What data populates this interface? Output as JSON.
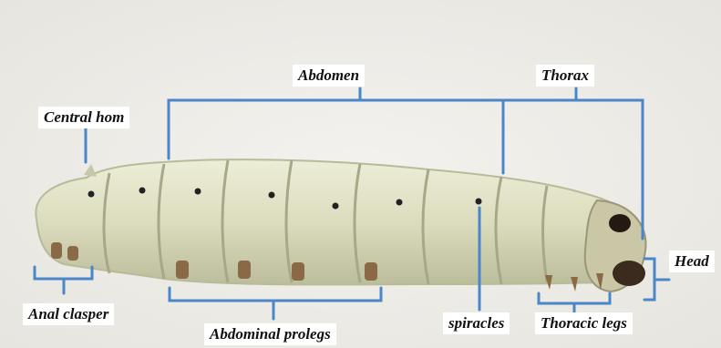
{
  "figure": {
    "labels": {
      "abdomen": "Abdomen",
      "thorax": "Thorax",
      "central_horn": "Central hom",
      "head": "Head",
      "anal_clasper": "Anal clasper",
      "abdominal_prolegs": "Abdominal prolegs",
      "spiracles": "spiracles",
      "thoracic_legs": "Thoracic legs"
    }
  },
  "colors": {
    "background": "#eeece7",
    "body": "#dcdcc0",
    "body_shadow": "#c2c3a2",
    "fold": "#a9ab8c",
    "spot": "#222222",
    "leg": "#8a6a46",
    "head": "#2a1d14",
    "bracket": "#4a86c8"
  }
}
